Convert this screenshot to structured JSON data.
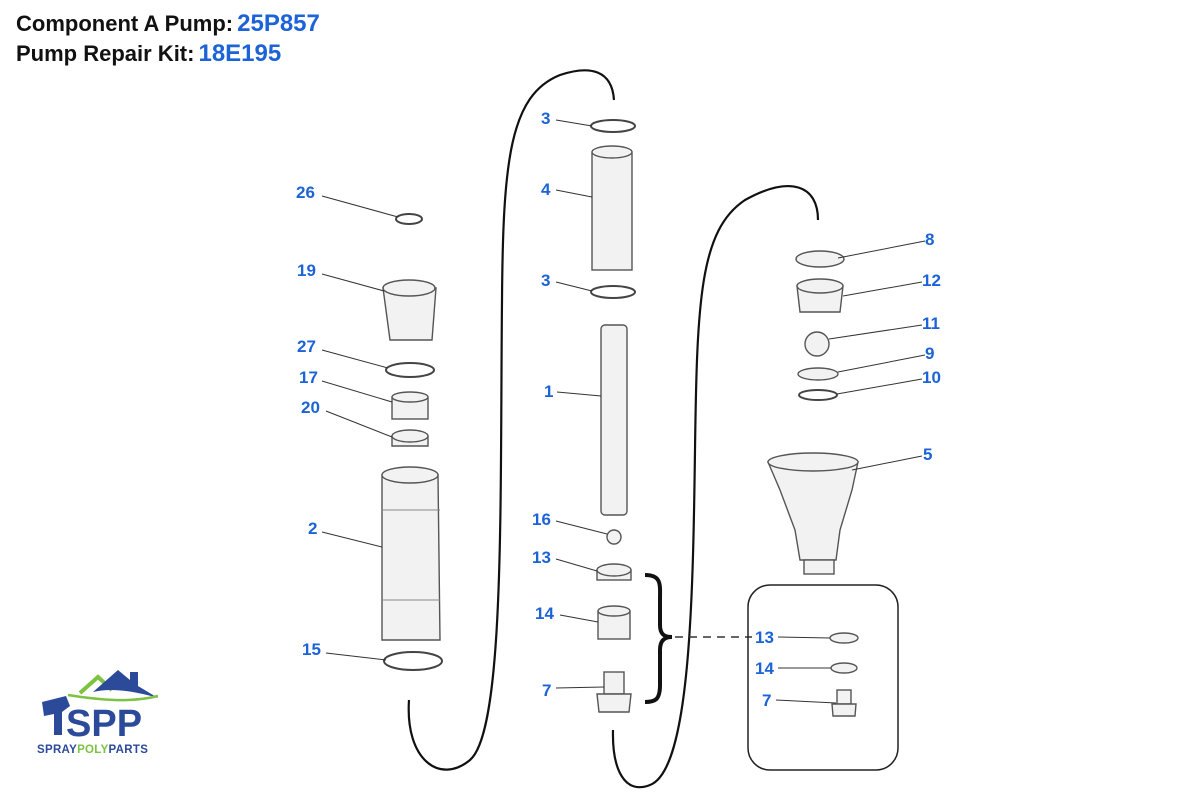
{
  "header": {
    "pump_label": "Component A Pump:",
    "pump_number": "25P857",
    "kit_label": "Pump Repair Kit:",
    "kit_number": "18E195"
  },
  "callouts": {
    "c26": "26",
    "c19": "19",
    "c27": "27",
    "c17": "17",
    "c20": "20",
    "c2": "2",
    "c15": "15",
    "c3a": "3",
    "c4": "4",
    "c3b": "3",
    "c1": "1",
    "c16": "16",
    "c13": "13",
    "c14": "14",
    "c7": "7",
    "c8": "8",
    "c12": "12",
    "c11": "11",
    "c9": "9",
    "c10": "10",
    "c5": "5",
    "k13": "13",
    "k14": "14",
    "k7": "7"
  },
  "logo": {
    "mark": "SPP",
    "word_1": "SPRAY",
    "word_2": "POLY",
    "word_3": "PARTS"
  },
  "colors": {
    "accent": "#1b63d6",
    "logo_blue": "#2b4a9a",
    "logo_green": "#7dc242"
  }
}
